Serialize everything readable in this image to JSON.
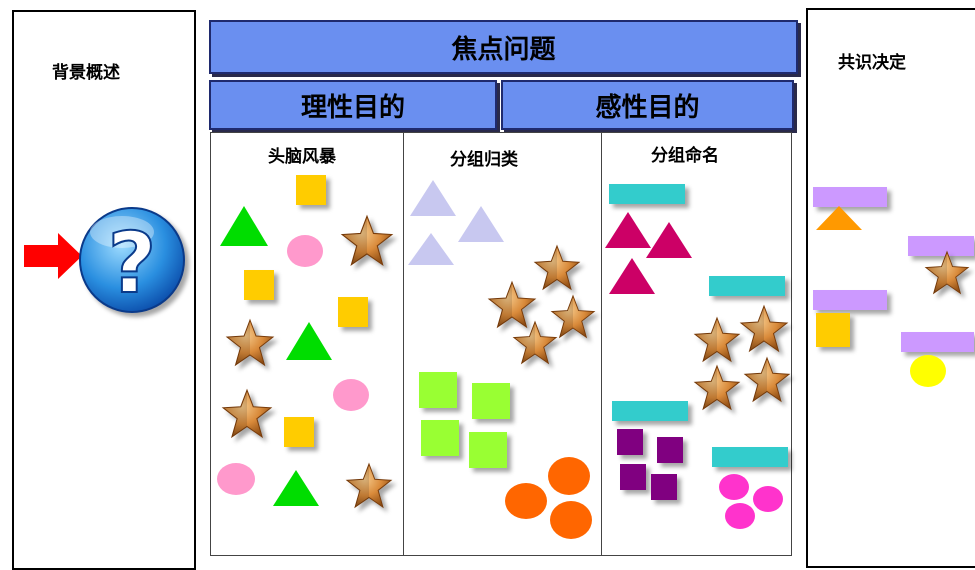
{
  "left_panel": {
    "title": "背景概述",
    "icons": [
      "arrow-right-icon",
      "question-mark-icon"
    ]
  },
  "focus_bar": {
    "title": "焦点问题"
  },
  "objective_bars": {
    "rational": "理性目的",
    "emotional": "感性目的"
  },
  "columns": {
    "brainstorm": "头脑风暴",
    "grouping": "分组归类",
    "naming": "分组命名"
  },
  "right_panel": {
    "title": "共识决定"
  },
  "colors": {
    "bar_blue": "#6a8ff0",
    "arrow_red": "#ff0000",
    "triangle_green": "#00dd00",
    "circle_pink": "#ff99cc",
    "square_yellow": "#ffcc00",
    "triangle_lavender": "#c8c8f0",
    "square_lime": "#99ff33",
    "circle_orange": "#ff6600",
    "bar_cyan": "#33cccc",
    "triangle_crimson": "#cc0066",
    "square_purple": "#800080",
    "circle_magenta": "#ff33cc",
    "bar_lavender": "#cc99ff",
    "circle_yellow": "#ffff00",
    "triangle_orange": "#ff9900"
  }
}
